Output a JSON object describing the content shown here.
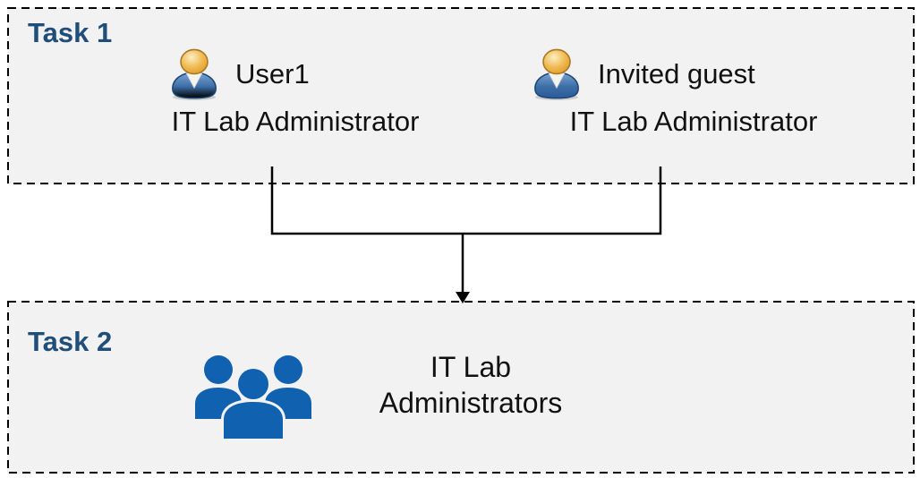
{
  "task1": {
    "label": "Task 1",
    "members": [
      {
        "name": "User1",
        "role": "IT Lab Administrator"
      },
      {
        "name": "Invited guest",
        "role": "IT Lab Administrator"
      }
    ]
  },
  "task2": {
    "label": "Task 2",
    "group": "IT Lab Administrators"
  },
  "icons": {
    "member": "person-icon",
    "group": "people-group-icon"
  },
  "colors": {
    "box_fill": "#f2f2f2",
    "box_border": "#000000",
    "task_label": "#1f4e79",
    "text": "#111111",
    "connector": "#000000",
    "group_icon": "#1061af",
    "person_head": "#e8a638",
    "person_body": "#3c6ea5"
  }
}
